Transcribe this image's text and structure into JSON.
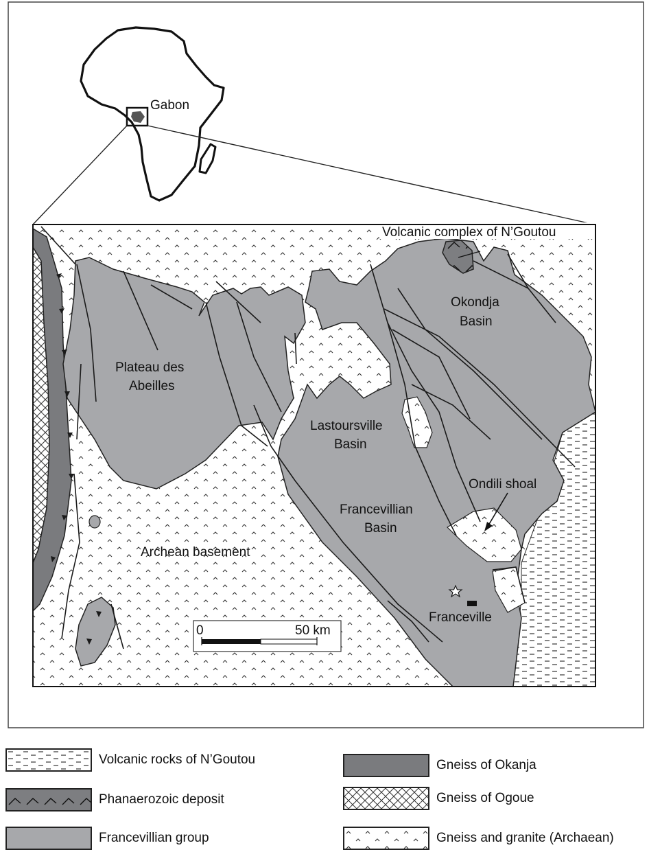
{
  "map": {
    "inset_label": "Gabon",
    "labels": {
      "volcanic_complex": "Volcanic complex of N’Goutou",
      "okondja_1": "Okondja",
      "okondja_2": "Basin",
      "plateau_1": "Plateau des",
      "plateau_2": "Abeilles",
      "lastoursville_1": "Lastoursville",
      "lastoursville_2": "Basin",
      "ondili": "Ondili shoal",
      "francevillian_1": "Francevillian",
      "francevillian_2": "Basin",
      "archean": "Archean basement",
      "franceville": "Franceville"
    },
    "scale_bar": {
      "start": "0",
      "end": "50 km"
    }
  },
  "legend": {
    "items": [
      {
        "label": "Volcanic rocks of N’Goutou",
        "pattern": "dashes"
      },
      {
        "label": "Gneiss of Okanja",
        "pattern": "dark-gray"
      },
      {
        "label": "Phanaerozoic deposit",
        "pattern": "dark-chevron"
      },
      {
        "label": "Gneiss of Ogoue",
        "pattern": "crosshatch"
      },
      {
        "label": "Francevillian group",
        "pattern": "mid-gray"
      },
      {
        "label": "Gneiss and granite (Archaean)",
        "pattern": "carets"
      }
    ]
  },
  "colors": {
    "francevillian": "#a7a8ab",
    "okanja": "#7a7b7e",
    "line": "#1a1a1a"
  }
}
